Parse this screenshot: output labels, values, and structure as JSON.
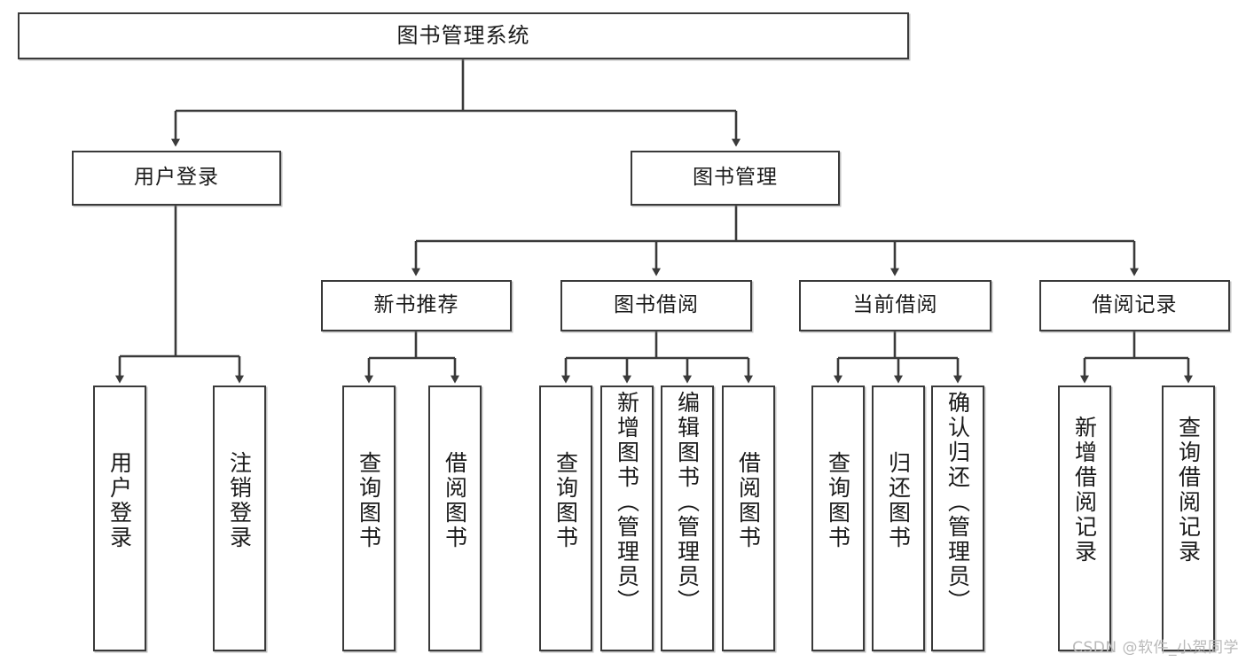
{
  "diagram": {
    "title": "图书管理系统",
    "type": "tree-hierarchy",
    "watermark": "CSDN @软件_小贺同学",
    "colors": {
      "background": "#ffffff",
      "box_border": "#3a3a3a",
      "box_fill": "#ffffff",
      "text": "#1a1a1a",
      "edge": "#3a3a3a",
      "watermark": "#b9b9b9"
    },
    "root": {
      "id": "root",
      "label": "图书管理系统"
    },
    "level2": [
      {
        "id": "user-login",
        "label": "用户登录"
      },
      {
        "id": "book-manage",
        "label": "图书管理"
      }
    ],
    "level3": [
      {
        "id": "new-book-recommend",
        "label": "新书推荐"
      },
      {
        "id": "book-borrow",
        "label": "图书借阅"
      },
      {
        "id": "current-borrow",
        "label": "当前借阅"
      },
      {
        "id": "borrow-record",
        "label": "借阅记录"
      }
    ],
    "leaves": {
      "user_login": [
        {
          "id": "leaf-user-login",
          "label": "用户登录"
        },
        {
          "id": "leaf-logout-login",
          "label": "注销登录"
        }
      ],
      "new_book_recommend": [
        {
          "id": "leaf-query-book-1",
          "label": "查询图书"
        },
        {
          "id": "leaf-borrow-book-1",
          "label": "借阅图书"
        }
      ],
      "book_borrow": [
        {
          "id": "leaf-query-book-2",
          "label": "查询图书"
        },
        {
          "id": "leaf-add-book",
          "label": "新增图书（管理员）"
        },
        {
          "id": "leaf-edit-book",
          "label": "编辑图书（管理员）"
        },
        {
          "id": "leaf-borrow-book-2",
          "label": "借阅图书"
        }
      ],
      "current_borrow": [
        {
          "id": "leaf-query-book-3",
          "label": "查询图书"
        },
        {
          "id": "leaf-return-book",
          "label": "归还图书"
        },
        {
          "id": "leaf-confirm-return",
          "label": "确认归还（管理员）"
        }
      ],
      "borrow_record": [
        {
          "id": "leaf-add-record",
          "label": "新增借阅记录"
        },
        {
          "id": "leaf-query-record",
          "label": "查询借阅记录"
        }
      ]
    }
  }
}
